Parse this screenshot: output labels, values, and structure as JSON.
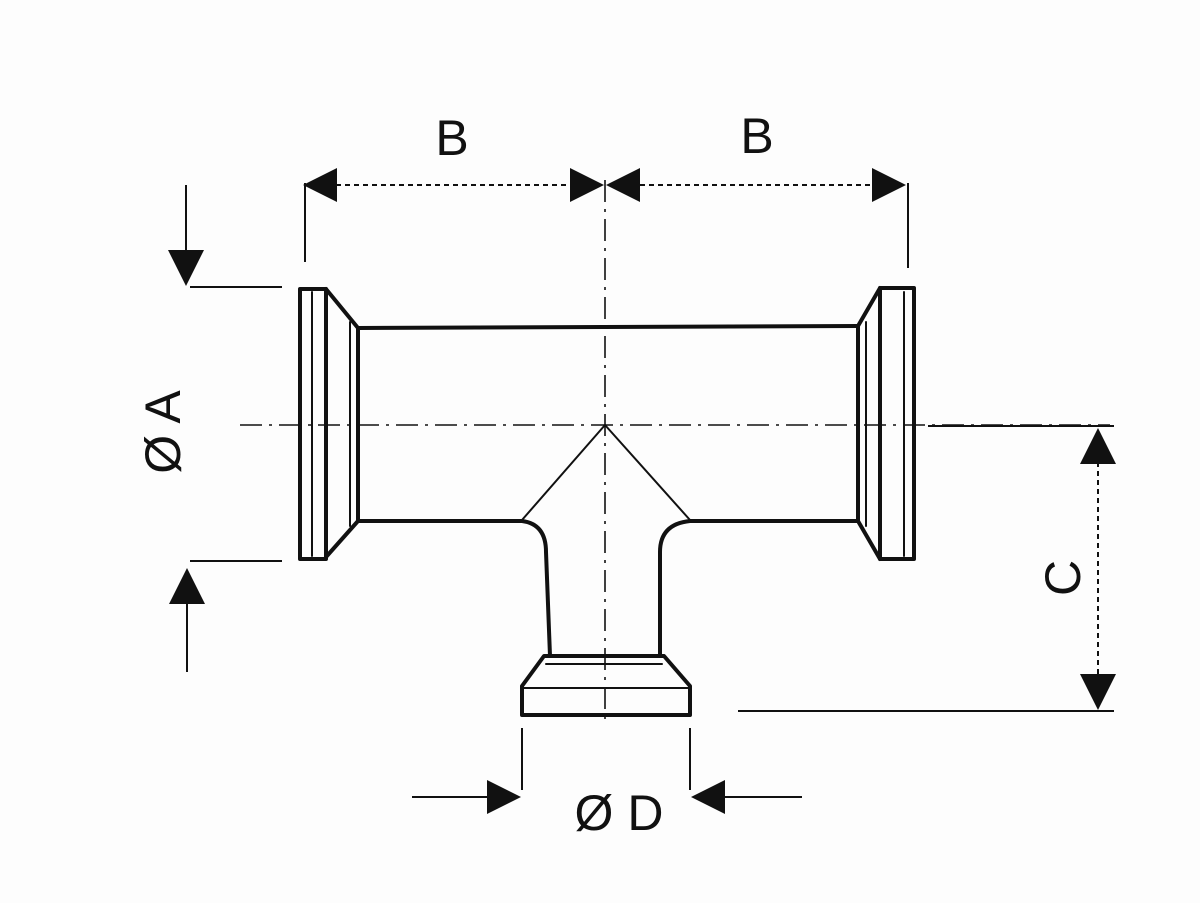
{
  "labels": {
    "b_left": "B",
    "b_right": "B",
    "dia_a": "Ø A",
    "c": "C",
    "dia_d": "Ø D"
  }
}
